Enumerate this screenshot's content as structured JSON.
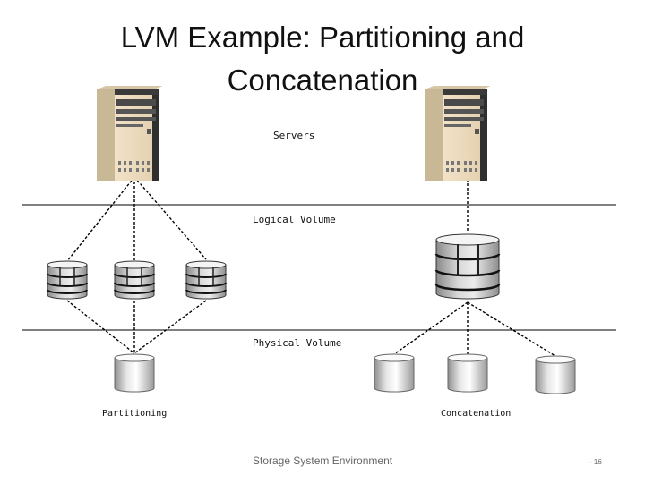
{
  "slide": {
    "title": "LVM Example: Partitioning and Concatenation",
    "footer": "Storage System Environment",
    "page_number": "- 16"
  },
  "labels": {
    "servers": "Servers",
    "logical_volume": "Logical Volume",
    "physical_volume": "Physical Volume",
    "partitioning": "Partitioning",
    "concatenation": "Concatenation"
  }
}
